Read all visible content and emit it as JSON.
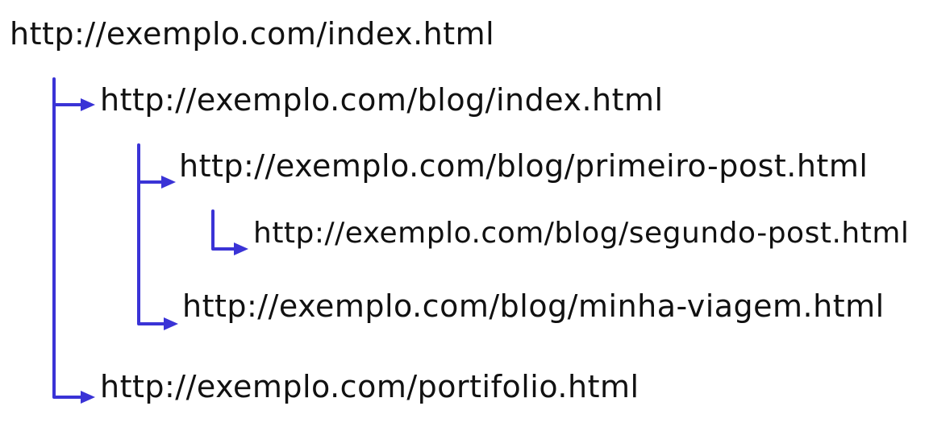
{
  "diagram": {
    "line_color": "#3a33d6",
    "text_color": "#111111",
    "nodes": [
      {
        "id": "n0",
        "label": "http://exemplo.com/index.html",
        "parent": null
      },
      {
        "id": "n1",
        "label": "http://exemplo.com/blog/index.html",
        "parent": "n0"
      },
      {
        "id": "n2",
        "label": "http://exemplo.com/blog/primeiro-post.html",
        "parent": "n1"
      },
      {
        "id": "n3",
        "label": "http://exemplo.com/blog/segundo-post.html",
        "parent": "n2"
      },
      {
        "id": "n4",
        "label": "http://exemplo.com/blog/minha-viagem.html",
        "parent": "n1"
      },
      {
        "id": "n5",
        "label": "http://exemplo.com/portifolio.html",
        "parent": "n0"
      }
    ]
  }
}
